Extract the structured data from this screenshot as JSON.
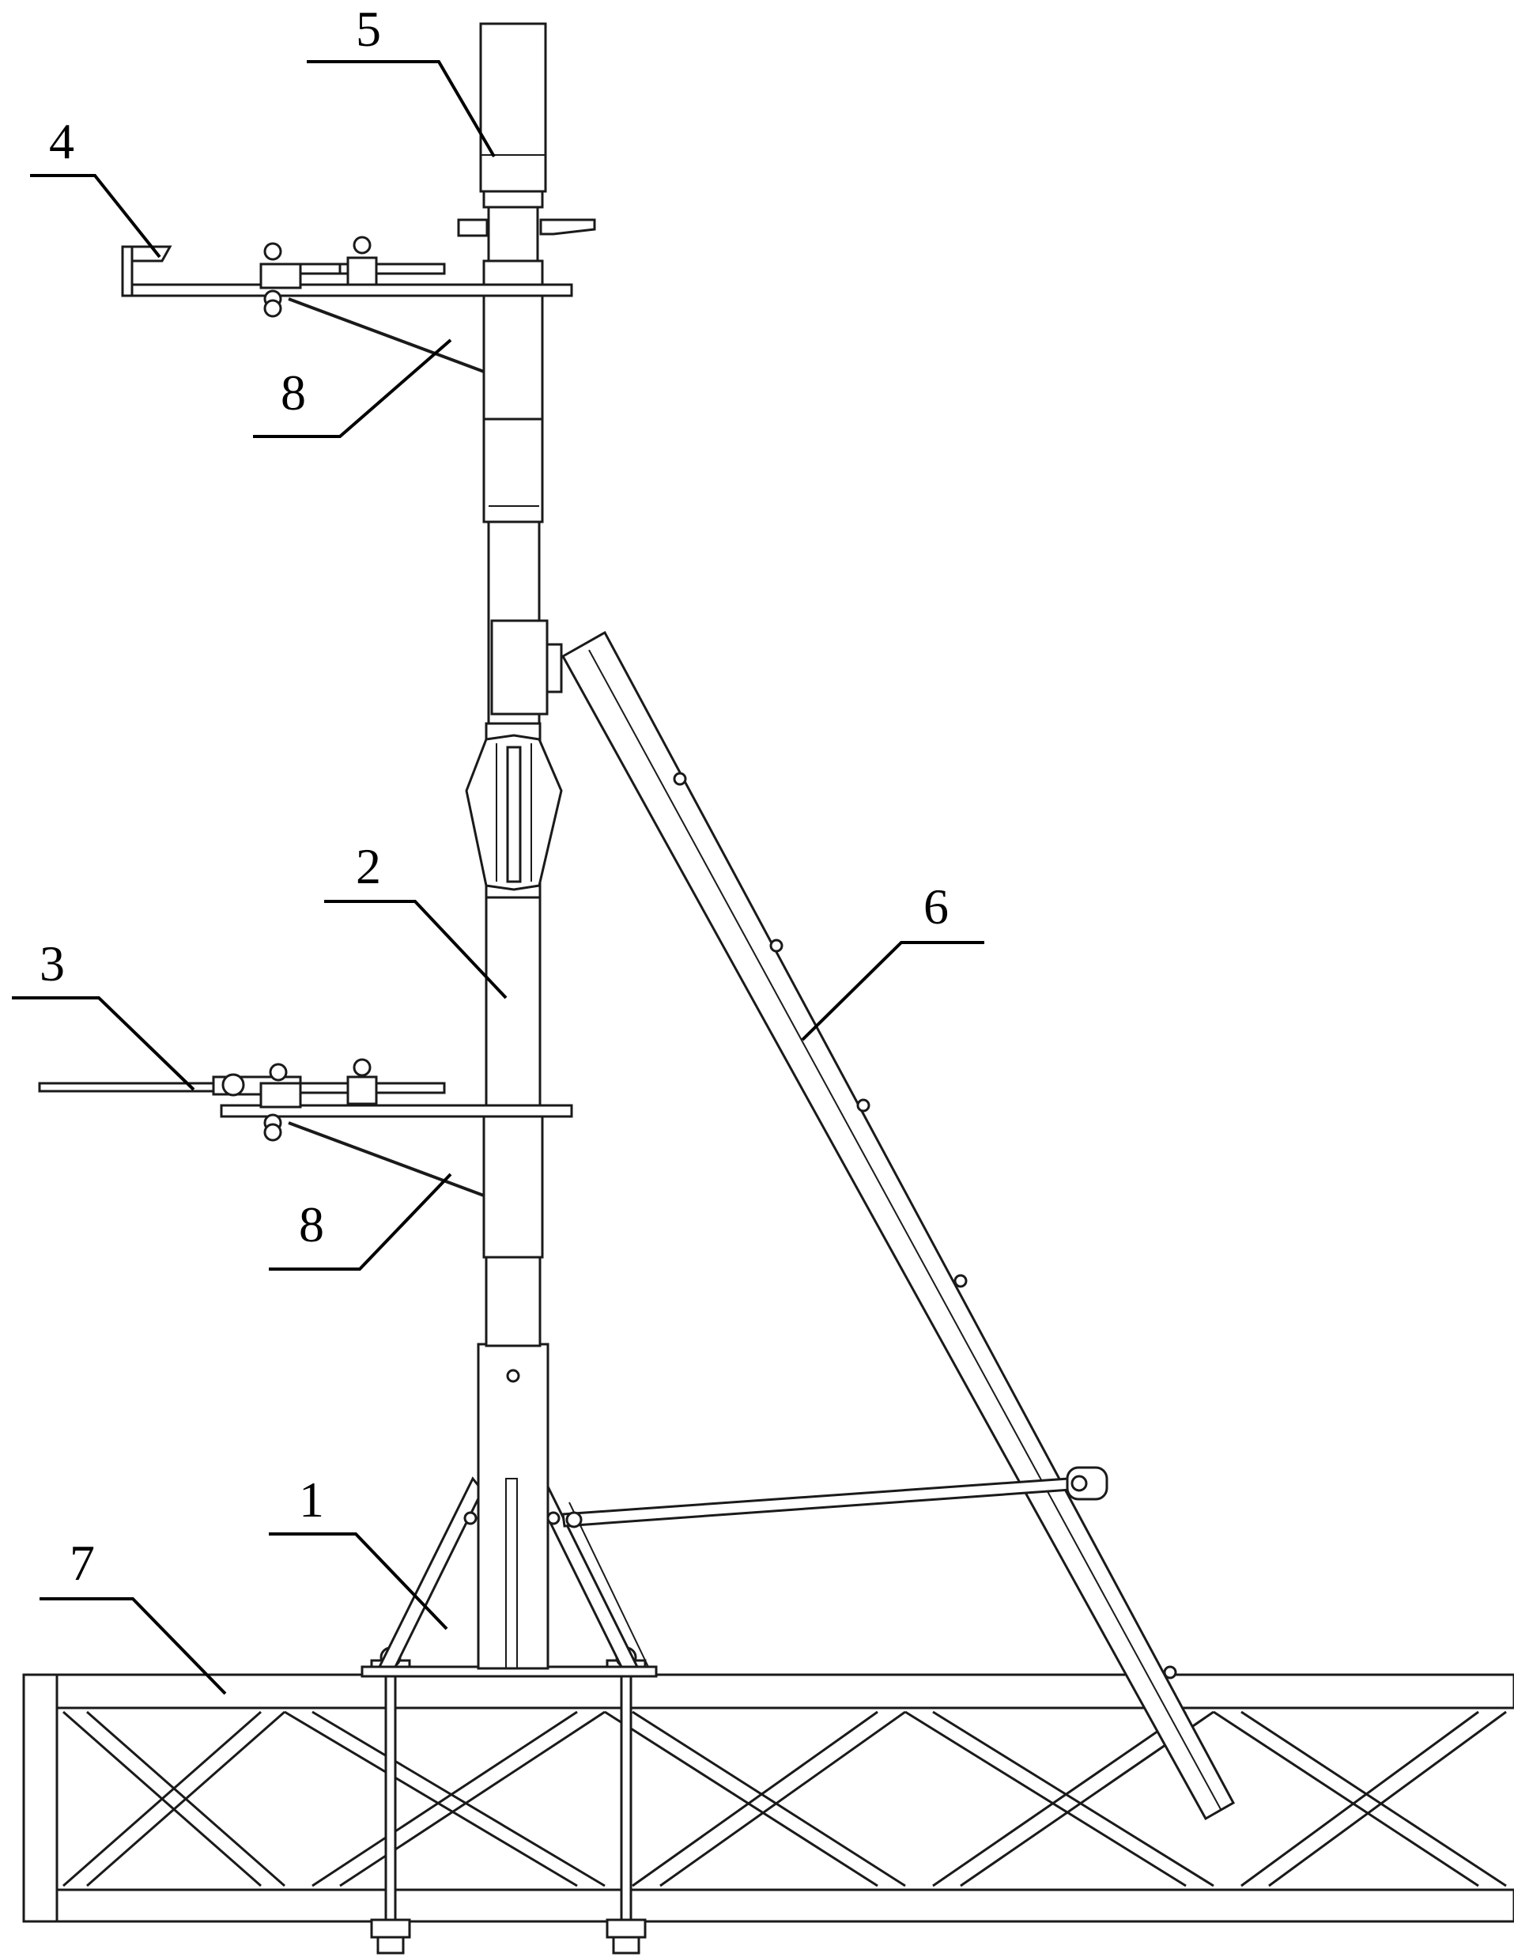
{
  "labels": {
    "l1": "1",
    "l2": "2",
    "l3": "3",
    "l4": "4",
    "l5": "5",
    "l6": "6",
    "l7": "7",
    "l8a": "8",
    "l8b": "8"
  },
  "colors": {
    "line": "#1a1a1a",
    "background": "#ffffff"
  }
}
